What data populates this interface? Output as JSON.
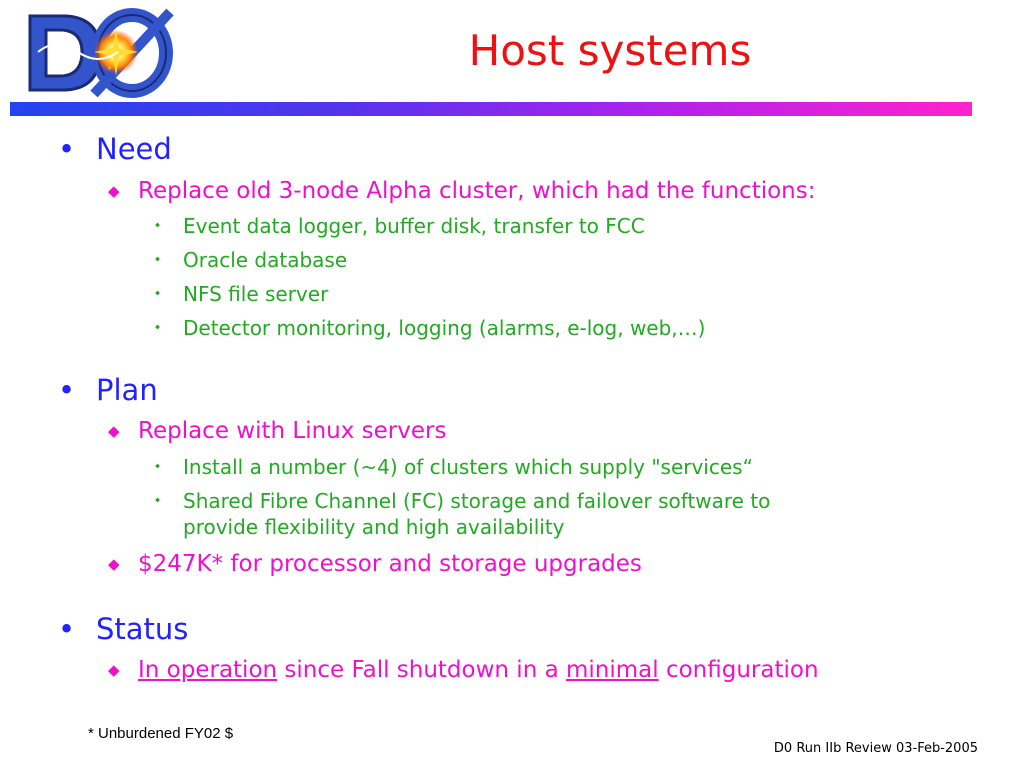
{
  "slide": {
    "title": "Host systems",
    "logo_letters": "DØ",
    "sections": [
      {
        "label": "Need",
        "items": [
          {
            "text": "Replace old 3-node Alpha cluster, which had the functions:",
            "subitems": [
              "Event data logger, buffer disk, transfer to FCC",
              "Oracle database",
              "NFS file server",
              "Detector monitoring, logging (alarms, e-log, web,…)"
            ]
          }
        ]
      },
      {
        "label": "Plan",
        "items": [
          {
            "text": "Replace with Linux servers",
            "subitems": [
              "Install a number (~4) of clusters which supply \"services“",
              "Shared Fibre Channel (FC) storage and failover software to",
              "provide flexibility and high availability"
            ]
          },
          {
            "text": "$247K* for processor and storage upgrades"
          }
        ]
      },
      {
        "label": "Status",
        "items": [
          {
            "parts": [
              "In operation",
              " since Fall shutdown in a ",
              "minimal",
              " configuration"
            ]
          }
        ]
      }
    ],
    "footnote": "* Unburdened FY02 $",
    "footer": "D0 Run IIb Review 03-Feb-2005"
  },
  "colors": {
    "title": "#ee1111",
    "level1": "#2222ff",
    "level2": "#ee11cc",
    "level3": "#22aa22",
    "rule_start": "#2244ee",
    "rule_end": "#ff22cc"
  },
  "icons": [
    "d0-logo",
    "bullet-dot-icon",
    "diamond-bullet-icon",
    "small-diamond-bullet-icon"
  ]
}
